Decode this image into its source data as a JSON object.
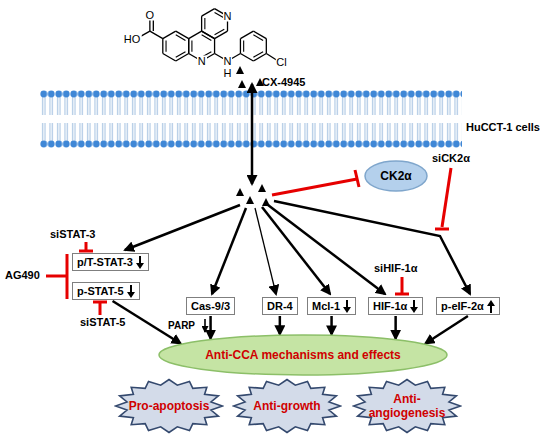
{
  "diagram": {
    "nodes": [
      {
        "text": [
          "CK2α"
        ]
      },
      {
        "text": [
          "p/T-STAT-3"
        ]
      },
      {
        "text": [
          "p-STAT-5"
        ]
      },
      {
        "text": [
          "Cas-9/3"
        ]
      },
      {
        "text": [
          "DR-4"
        ]
      },
      {
        "text": [
          "Mcl-1"
        ]
      },
      {
        "text": [
          "HIF-1α"
        ]
      },
      {
        "text": [
          "p-eIF-2α"
        ]
      },
      {
        "text": [
          "Anti-CCA mechanisms and effects"
        ]
      },
      {
        "text": [
          "Pro-apoptosis"
        ]
      },
      {
        "text": [
          "Anti-growth"
        ]
      },
      {
        "text": [
          "Anti-angiogenesis"
        ]
      }
    ],
    "edges": [
      {
        "from": 2,
        "to": 8,
        "arrow": "to"
      },
      {
        "from": 3,
        "to": 8,
        "arrow": "to"
      },
      {
        "from": 4,
        "to": 8,
        "arrow": "to"
      },
      {
        "from": 5,
        "to": 8,
        "arrow": "to"
      },
      {
        "from": 6,
        "to": 8,
        "arrow": "to"
      },
      {
        "from": 7,
        "to": 8,
        "arrow": "to"
      }
    ],
    "labels": [
      "HO",
      "O",
      "N",
      "N",
      "N",
      "H",
      "Cl",
      "CX-4945",
      "HuCCT-1 cells",
      "siCK2α",
      "siSTAT-3",
      "AG490",
      "siSTAT-5",
      "PARP",
      "siHIF-1α"
    ]
  }
}
